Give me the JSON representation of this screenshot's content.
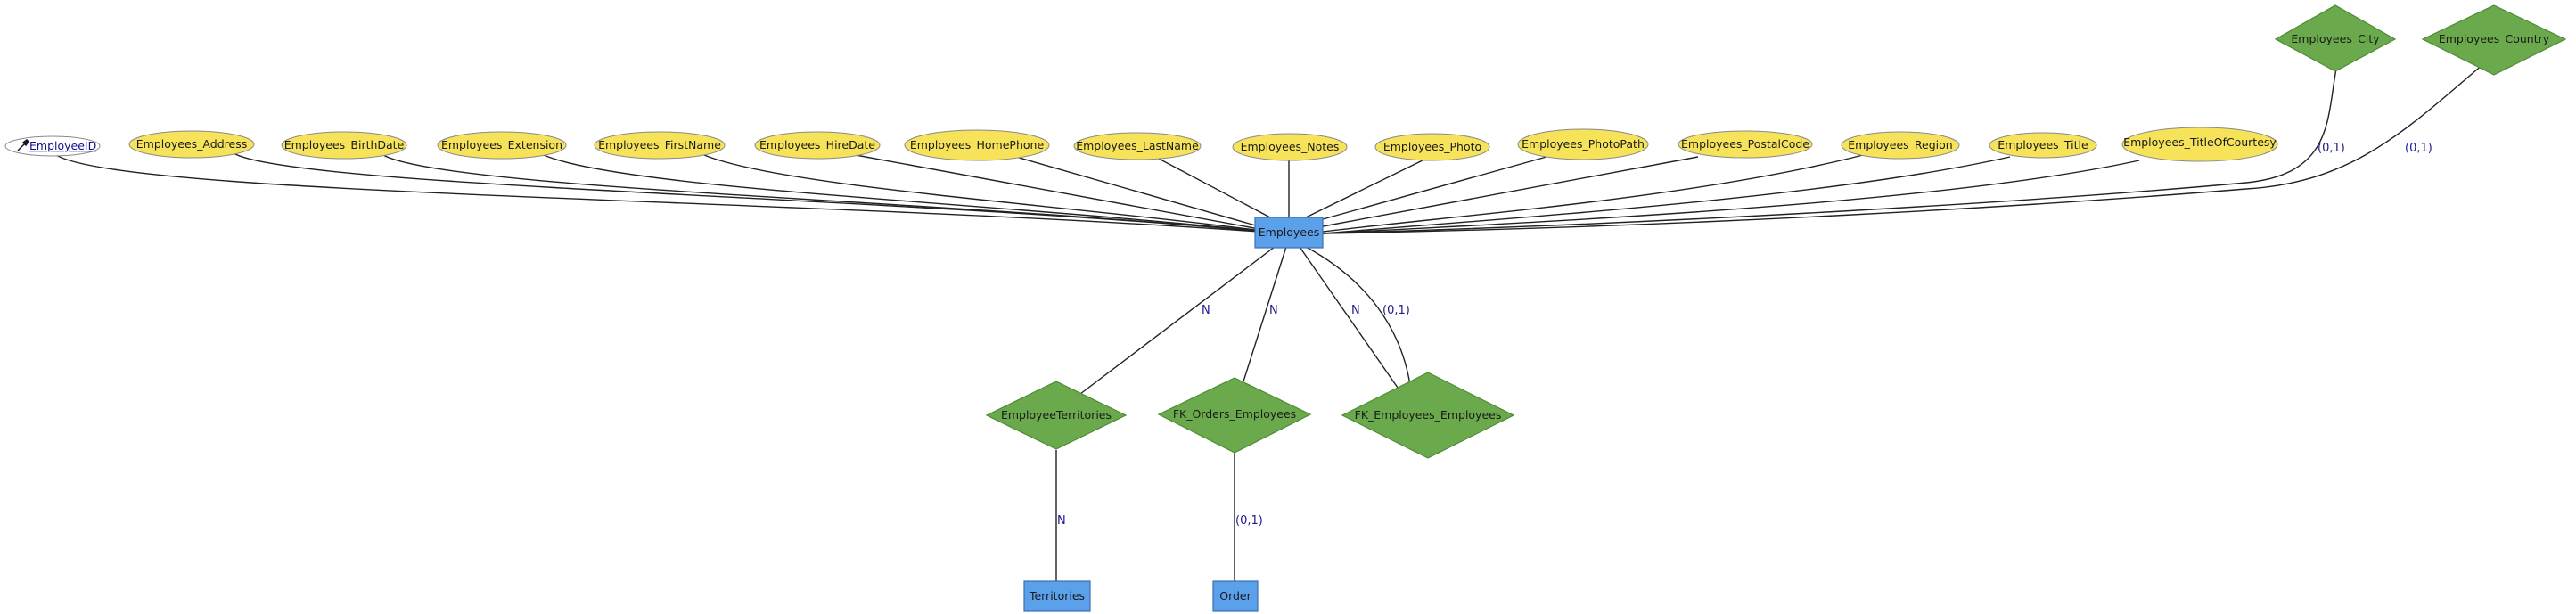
{
  "entities": {
    "employees": "Employees",
    "territories": "Territories",
    "order": "Order"
  },
  "key_attribute": {
    "icon": "key-icon",
    "label": "EmployeeID"
  },
  "attributes": [
    "Employees_Address",
    "Employees_BirthDate",
    "Employees_Extension",
    "Employees_FirstName",
    "Employees_HireDate",
    "Employees_HomePhone",
    "Employees_LastName",
    "Employees_Notes",
    "Employees_Photo",
    "Employees_PhotoPath",
    "Employees_PostalCode",
    "Employees_Region",
    "Employees_Title",
    "Employees_TitleOfCourtesy"
  ],
  "relationships": {
    "city": "Employees_City",
    "country": "Employees_Country",
    "territories_rel": "EmployeeTerritories",
    "orders_rel": "FK_Orders_Employees",
    "self_rel": "FK_Employees_Employees"
  },
  "cardinalities": {
    "city": "(0,1)",
    "country": "(0,1)",
    "territories_upper": "N",
    "territories_lower": "N",
    "orders_upper": "N",
    "orders_lower": "(0,1)",
    "self_n": "N",
    "self_01": "(0,1)"
  },
  "colors": {
    "attribute_fill": "#f6e35a",
    "entity_fill": "#5aa0ea",
    "relationship_fill": "#6aaa4c",
    "cardinality_text": "#1c1c8c"
  }
}
